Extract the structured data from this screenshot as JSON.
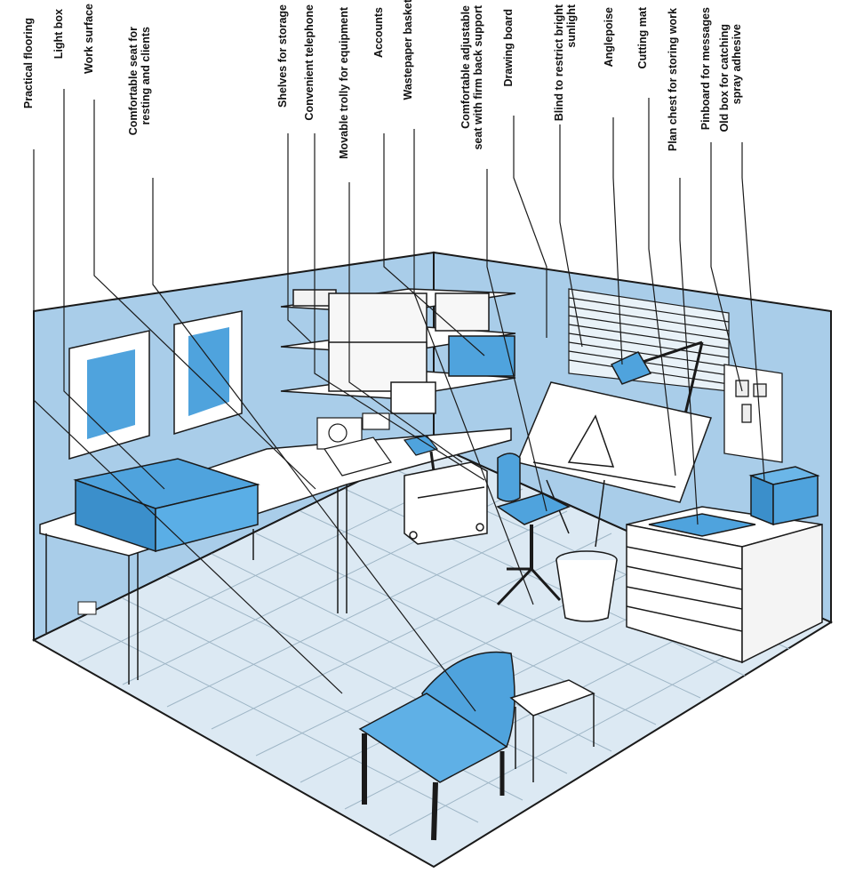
{
  "colors": {
    "wall": "#a9cde9",
    "wall_dark": "#8fbce0",
    "accent": "#4fa3dd",
    "floor": "#dce9f3",
    "line": "#1a1a1a",
    "white": "#ffffff"
  },
  "labels": [
    {
      "lines": [
        "Practical flooring"
      ]
    },
    {
      "lines": [
        "Light box"
      ]
    },
    {
      "lines": [
        "Work surface"
      ]
    },
    {
      "lines": [
        "Comfortable seat for",
        "resting and clients"
      ]
    },
    {
      "lines": [
        "Shelves for storage"
      ]
    },
    {
      "lines": [
        "Convenient telephone"
      ]
    },
    {
      "lines": [
        "Movable trolly for equipment"
      ]
    },
    {
      "lines": [
        "Accounts"
      ]
    },
    {
      "lines": [
        "Wastepaper basket"
      ]
    },
    {
      "lines": [
        "Comfortable adjustable",
        "seat with firm back support"
      ]
    },
    {
      "lines": [
        "Drawing board"
      ]
    },
    {
      "lines": [
        "Blind to restrict bright",
        "sunlight"
      ]
    },
    {
      "lines": [
        "Anglepoise"
      ]
    },
    {
      "lines": [
        "Cutting mat"
      ]
    },
    {
      "lines": [
        "Plan chest for storing work"
      ]
    },
    {
      "lines": [
        "Pinboard for messages"
      ]
    },
    {
      "lines": [
        "Old box for catching",
        "spray adhesive"
      ]
    }
  ]
}
